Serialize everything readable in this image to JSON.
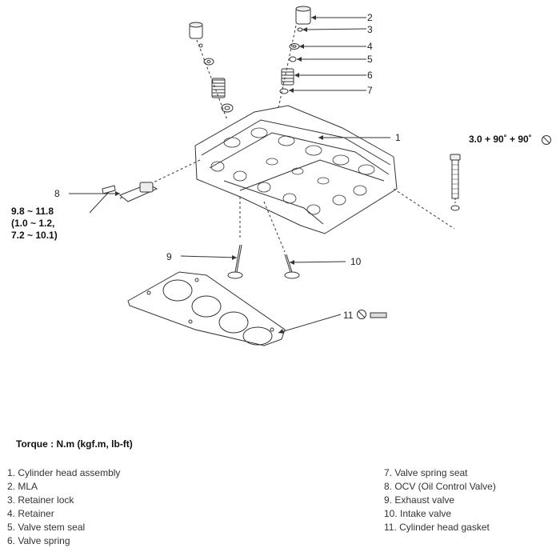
{
  "callouts": [
    {
      "n": "1"
    },
    {
      "n": "2"
    },
    {
      "n": "3"
    },
    {
      "n": "4"
    },
    {
      "n": "5"
    },
    {
      "n": "6"
    },
    {
      "n": "7"
    },
    {
      "n": "8"
    },
    {
      "n": "9"
    },
    {
      "n": "10"
    },
    {
      "n": "11"
    }
  ],
  "torque_ocv": [
    "9.8 ~ 11.8",
    "(1.0 ~ 1.2,",
    "7.2 ~ 10.1)"
  ],
  "torque_bolt": "3.0 + 90˚ + 90˚",
  "torque_title": "Torque : N.m (kgf.m, lb-ft)",
  "legend_left": [
    "1. Cylinder head assembly",
    "2. MLA",
    "3. Retainer lock",
    "4. Retainer",
    "5. Valve stem seal",
    "6. Valve spring"
  ],
  "legend_right": [
    "7. Valve spring seat",
    "8. OCV (Oil Control Valve)",
    "9. Exhaust valve",
    "10. Intake valve",
    "11. Cylinder head gasket"
  ]
}
